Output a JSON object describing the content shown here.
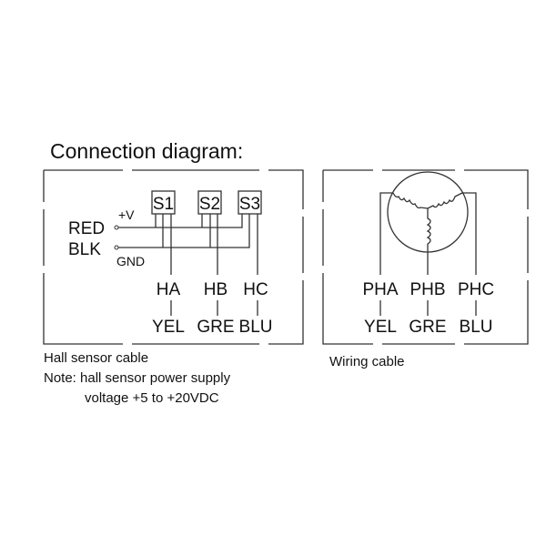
{
  "title": "Connection diagram:",
  "hall_panel": {
    "sensors": [
      "S1",
      "S2",
      "S3"
    ],
    "power_labels": {
      "red": "RED",
      "blk": "BLK",
      "plus_v": "+V",
      "gnd": "GND"
    },
    "signals": [
      "HA",
      "HB",
      "HC"
    ],
    "colors": [
      "YEL",
      "GRE",
      "BLU"
    ],
    "caption": "Hall sensor cable",
    "note_line1": "Note: hall sensor power supply",
    "note_line2": "voltage +5 to +20VDC"
  },
  "motor_panel": {
    "phases": [
      "PHA",
      "PHB",
      "PHC"
    ],
    "colors": [
      "YEL",
      "GRE",
      "BLU"
    ],
    "caption": "Wiring cable"
  }
}
